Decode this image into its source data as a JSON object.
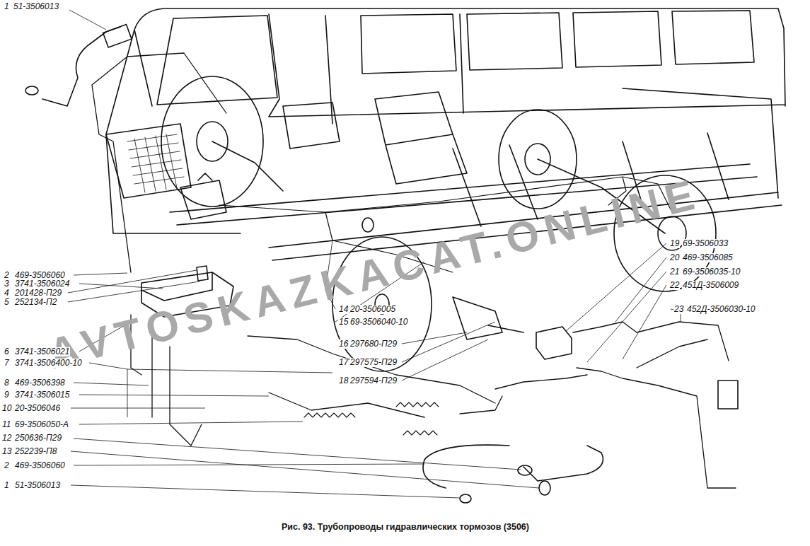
{
  "diagram": {
    "caption": "Рис. 93. Трубопроводы гидравлических тормозов (3506)",
    "labels": [
      "1",
      "51-3506013",
      "2",
      "469-3506060",
      "3",
      "3741-3506024",
      "4",
      "201428-П29",
      "5",
      "252134-П2",
      "6",
      "3741-3506021",
      "7",
      "3741-3506400-10",
      "8",
      "469-3506398",
      "9",
      "3741-3506015",
      "10",
      "20-3506046",
      "11",
      "69-3506050-А",
      "12",
      "250636-П29",
      "13",
      "252239-П8",
      "2",
      "469-3506060",
      "1",
      "51-3506013",
      "14",
      "20-3506005",
      "15",
      "69-3506040-10",
      "16",
      "297680-П29",
      "17",
      "297575-П29",
      "18",
      "297594-П29",
      "19",
      "69-3506033",
      "20",
      "469-3506085",
      "21",
      "69-3506035-10",
      "22",
      "451Д-3506009",
      "23",
      "452Д-3506030-10",
      "AVTOSKAZKACAT.ONLINE"
    ]
  }
}
